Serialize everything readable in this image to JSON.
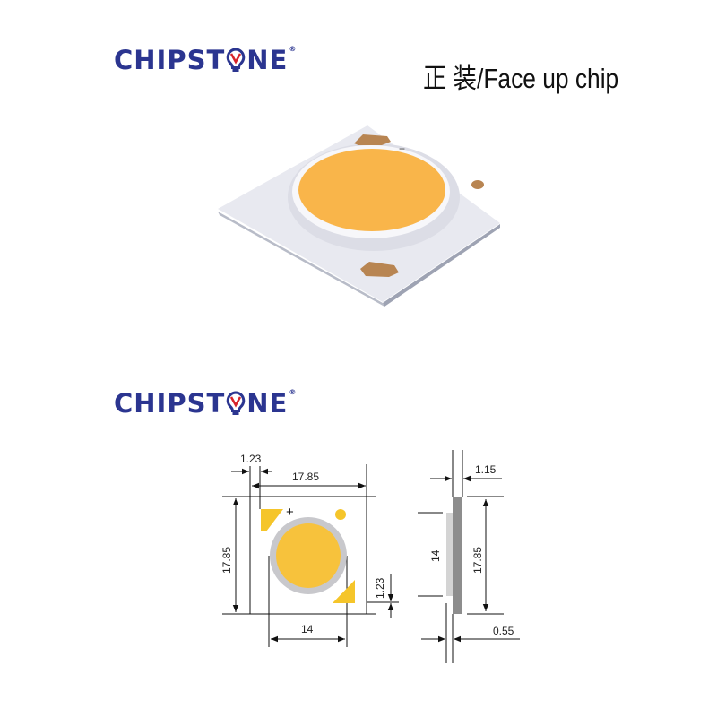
{
  "logo": {
    "text_before": "CHIPST",
    "text_after": "NE",
    "registered": "®",
    "full": "CHIPSTONE"
  },
  "title": "正 装/Face up chip",
  "diagram": {
    "width_top": "17.85",
    "offset_top": "1.23",
    "height_left": "17.85",
    "offset_right": "1.23",
    "circle_diameter": "14",
    "side_thickness": "1.15",
    "side_height": "17.85",
    "side_lens_height": "14",
    "side_lens_thickness": "0.55"
  },
  "colors": {
    "brand_blue": "#2b3590",
    "brand_red": "#d8232a",
    "phosphor": "#f7c23c",
    "pad_yellow": "#f5c52a"
  }
}
